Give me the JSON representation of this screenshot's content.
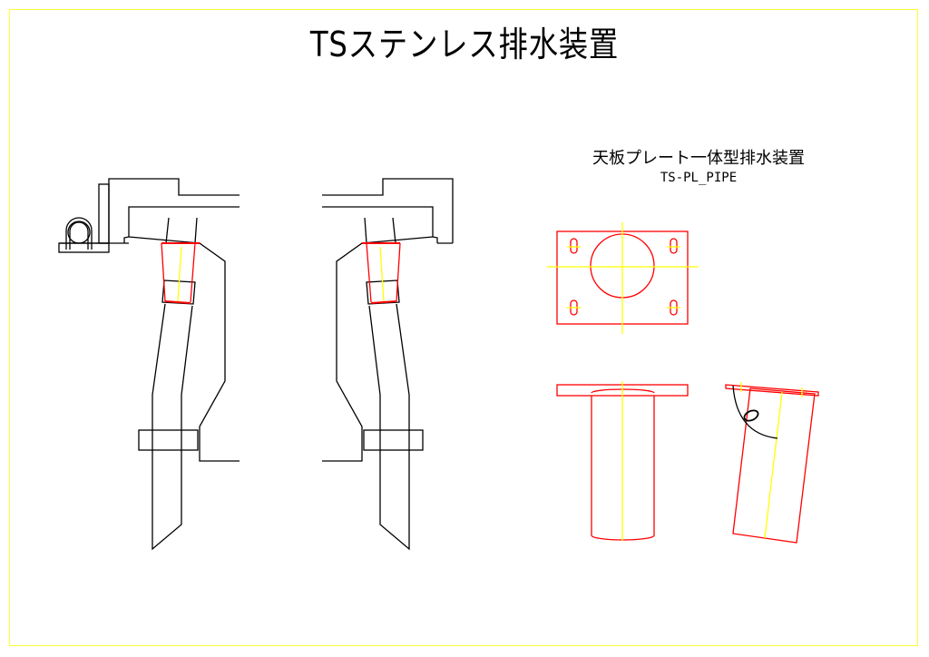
{
  "title": "TSステンレス排水装置",
  "detail": {
    "heading": "天板プレート一体型排水装置",
    "model": "TS-PL_PIPE"
  },
  "colors": {
    "outline": "#000000",
    "part": "#ff0000",
    "centerline": "#ffff00",
    "frame": "#ffff33"
  }
}
